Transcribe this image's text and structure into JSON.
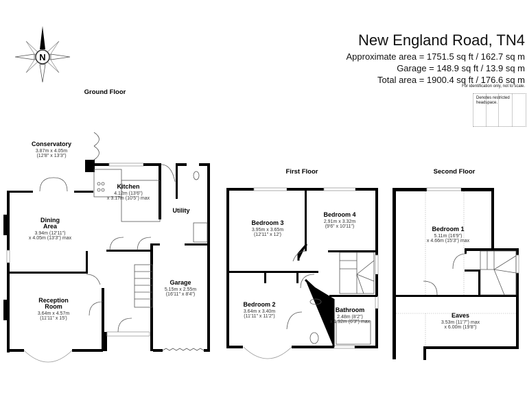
{
  "header": {
    "title": "New England Road, TN4",
    "approx_area": "Approximate area = 1751.5 sq ft / 162.7 sq m",
    "garage_area": "Garage = 148.9 sq ft / 13.9 sq m",
    "total_area": "Total area = 1900.4 sq ft / 176.6 sq m",
    "disclaimer": "For identification only, not to scale.",
    "restricted_label": "Denotes restricted headspace."
  },
  "compass": {
    "letter": "N"
  },
  "floors": {
    "ground": {
      "label": "Ground Floor",
      "rooms": {
        "conservatory": {
          "name": "Conservatory",
          "d1": "3.87m x 4.05m",
          "d2": "(12'8\" x 13'3\")"
        },
        "kitchen": {
          "name": "Kitchen",
          "d1": "4.12m (13'6\")",
          "d2": "x 3.17m (10'5\") max"
        },
        "utility": {
          "name": "Utility"
        },
        "dining": {
          "name1": "Dining",
          "name2": "Area",
          "d1": "3.94m (12'11\")",
          "d2": "x 4.05m (13'3\") max"
        },
        "garage": {
          "name": "Garage",
          "d1": "5.15m x 2.55m",
          "d2": "(16'11\" x 8'4\")"
        },
        "reception": {
          "name1": "Reception",
          "name2": "Room",
          "d1": "3.64m x 4.57m",
          "d2": "(11'11\" x 15')"
        }
      }
    },
    "first": {
      "label": "First Floor",
      "rooms": {
        "bedroom3": {
          "name": "Bedroom 3",
          "d1": "3.95m x 3.65m",
          "d2": "(12'11\" x 12')"
        },
        "bedroom4": {
          "name": "Bedroom 4",
          "d1": "2.91m x 3.32m",
          "d2": "(9'6\" x 10'11\")"
        },
        "bedroom2": {
          "name": "Bedroom 2",
          "d1": "3.64m x 3.40m",
          "d2": "(11'11\" x 11'2\")"
        },
        "bathroom": {
          "name": "Bathroom",
          "d1": "2.48m (8'2\")",
          "d2": "x 1.92m (6'3\") max"
        }
      }
    },
    "second": {
      "label": "Second Floor",
      "rooms": {
        "bedroom1": {
          "name": "Bedroom 1",
          "d1": "5.11m (16'9\")",
          "d2": "x 4.66m (15'3\") max"
        },
        "eaves": {
          "name": "Eaves",
          "d1": "3.53m (11'7\") max",
          "d2": "x 6.00m (19'8\")"
        }
      }
    }
  }
}
